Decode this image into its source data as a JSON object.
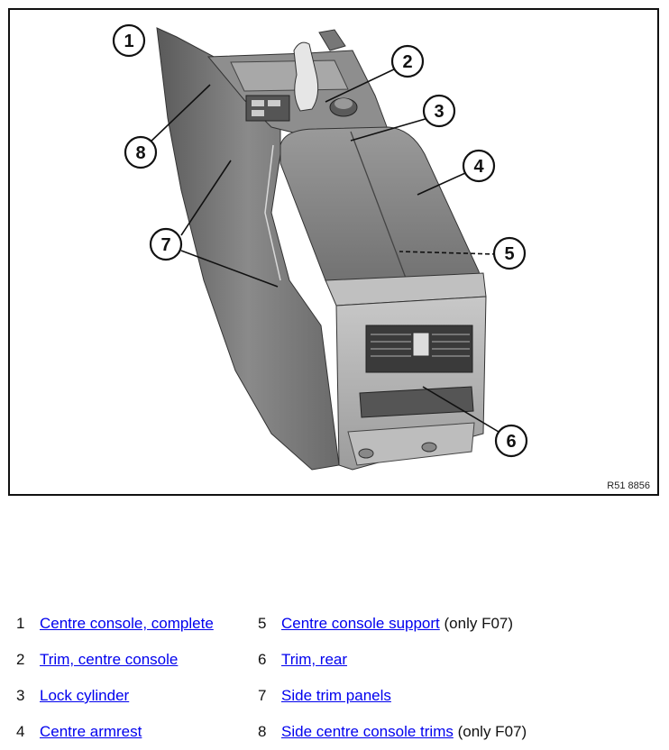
{
  "figure": {
    "reference": "R51 8856",
    "callouts": [
      {
        "num": "1"
      },
      {
        "num": "2"
      },
      {
        "num": "3"
      },
      {
        "num": "4"
      },
      {
        "num": "5"
      },
      {
        "num": "6"
      },
      {
        "num": "7"
      },
      {
        "num": "8"
      }
    ]
  },
  "legend": {
    "items": [
      {
        "num": "1",
        "label": "Centre console, complete",
        "note": ""
      },
      {
        "num": "2",
        "label": "Trim, centre console",
        "note": ""
      },
      {
        "num": "3",
        "label": "Lock cylinder",
        "note": ""
      },
      {
        "num": "4",
        "label": "Centre armrest",
        "note": ""
      },
      {
        "num": "5",
        "label": "Centre console support",
        "note": "(only F07)"
      },
      {
        "num": "6",
        "label": "Trim, rear",
        "note": ""
      },
      {
        "num": "7",
        "label": "Side trim panels",
        "note": ""
      },
      {
        "num": "8",
        "label": "Side centre console trims",
        "note": "(only F07)"
      }
    ]
  },
  "colors": {
    "link": "#0000ee",
    "console_body": "#7d7d7d",
    "console_dark": "#4a4a4a",
    "console_light": "#b4b4b4"
  }
}
